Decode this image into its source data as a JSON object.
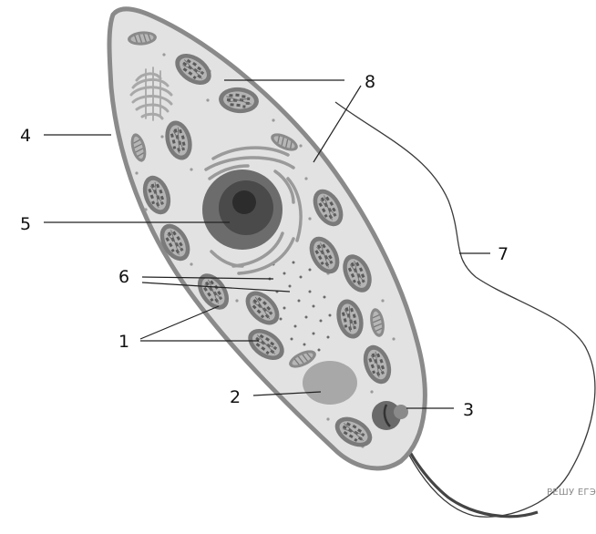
{
  "diagram": {
    "colors": {
      "membrane": "#8a8a8a",
      "cytoplasm": "#e2e2e2",
      "organelle_dark": "#6e6e6e",
      "organelle_mid": "#a4a4a4",
      "nucleus_outer": "#6a6a6a",
      "nucleus_inner": "#3a3a3a",
      "vacuole": "#a8a8a8",
      "flagellum": "#444444",
      "leader": "#222222"
    },
    "labels": [
      {
        "id": "1",
        "text": "1"
      },
      {
        "id": "2",
        "text": "2"
      },
      {
        "id": "3",
        "text": "3"
      },
      {
        "id": "4",
        "text": "4"
      },
      {
        "id": "5",
        "text": "5"
      },
      {
        "id": "6",
        "text": "6"
      },
      {
        "id": "7",
        "text": "7"
      },
      {
        "id": "8",
        "text": "8"
      }
    ]
  },
  "watermark": "РЕШУ ЕГЭ"
}
